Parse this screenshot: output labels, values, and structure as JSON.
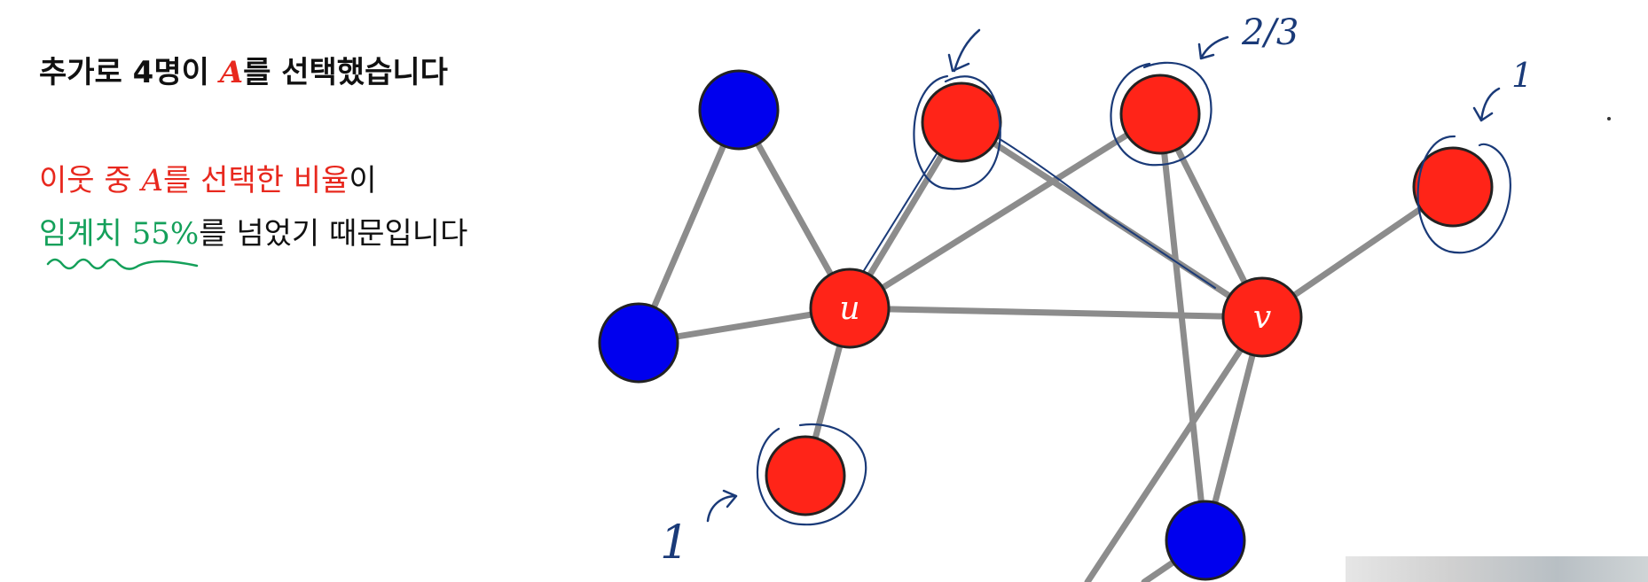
{
  "slide": {
    "title_prefix": "추가로 4명이 ",
    "title_var": "A",
    "title_suffix": "를 선택했습니다",
    "line1_red_prefix": "이웃 중 ",
    "line1_var": "A",
    "line1_red_suffix": "를 선택한 비율",
    "line1_black": "이",
    "line2_green_word": "임계치 ",
    "line2_green_num": "55%",
    "line2_black": "를 넘었기 때문입니다"
  },
  "graph": {
    "node_u_label": "u",
    "node_v_label": "v",
    "colors": {
      "red": "#ff2418",
      "blue": "#0000ee",
      "edge": "#8c8c8c",
      "ink": "#1a3a78"
    }
  },
  "annotations": {
    "fraction_2_3": "2/3",
    "one_right": "1",
    "one_left": "1"
  }
}
